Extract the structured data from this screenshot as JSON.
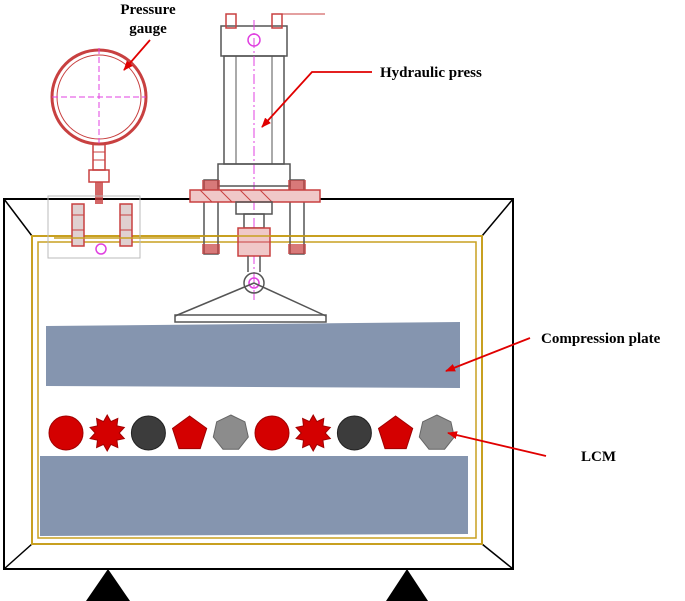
{
  "labels": {
    "pressure_gauge_line1": "Pressure",
    "pressure_gauge_line2": "gauge",
    "hydraulic_press": "Hydraulic press",
    "compression_plate": "Compression plate",
    "lcm": "LCM"
  },
  "colors": {
    "plate": "#8595af",
    "red": "#d40000",
    "dark": "#3c3c3c",
    "gray": "#8c8c8c",
    "frame_gold": "#c8a020",
    "drawing_red": "#c84040",
    "magenta": "#e040e0",
    "arrow": "#e00000"
  },
  "particles": [
    "circle-red",
    "star-red",
    "circle-dark",
    "pentagon-red",
    "heptagon-gray",
    "circle-red",
    "star-red",
    "circle-dark",
    "pentagon-red",
    "heptagon-gray"
  ]
}
